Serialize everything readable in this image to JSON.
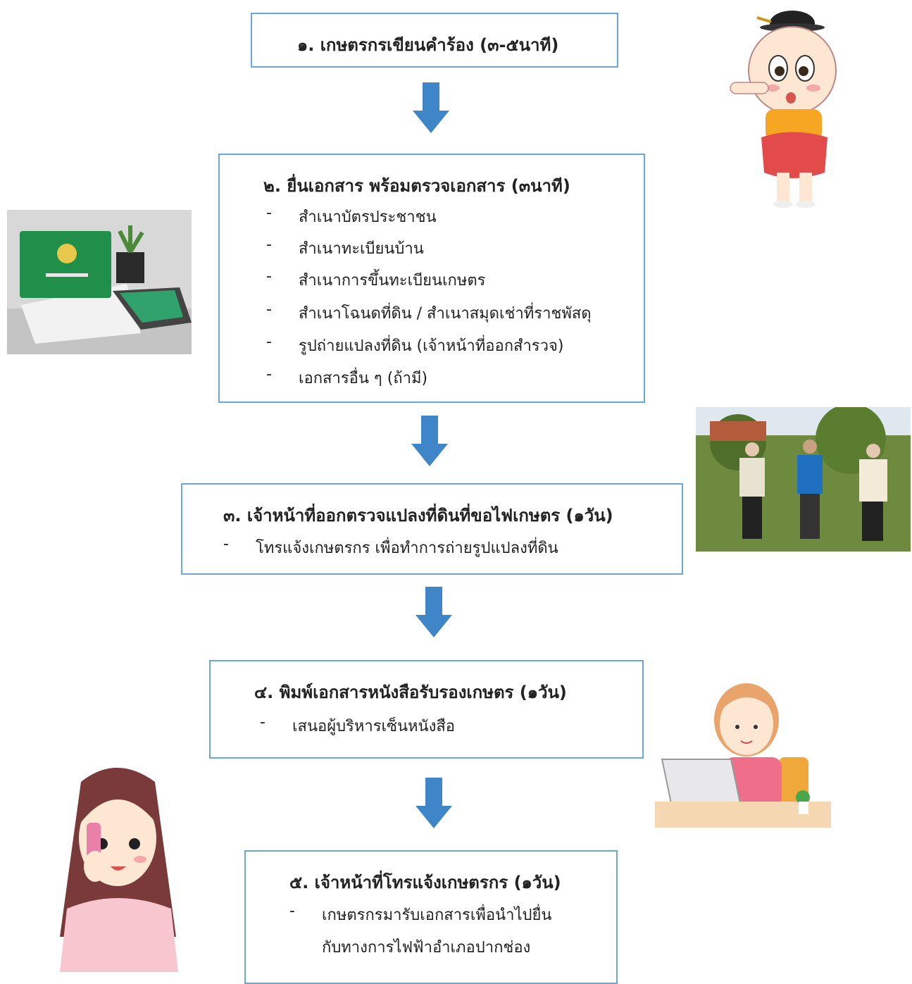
{
  "steps": [
    {
      "title": "๑. เกษตรกรเขียนคำร้อง (๓-๕นาที)",
      "items": []
    },
    {
      "title": "๒. ยื่นเอกสาร พร้อมตรวจเอกสาร (๓นาที)",
      "items": [
        "สำเนาบัตรประชาชน",
        "สำเนาทะเบียนบ้าน",
        "สำเนาการขึ้นทะเบียนเกษตร",
        "สำเนาโฉนดที่ดิน / สำเนาสมุดเช่าที่ราชพัสดุ",
        "รูปถ่ายแปลงที่ดิน (เจ้าหน้าที่ออกสำรวจ)",
        "เอกสารอื่น ๆ (ถ้ามี)"
      ]
    },
    {
      "title": "๓. เจ้าหน้าที่ออกตรวจแปลงที่ดินที่ขอไฟเกษตร (๑วัน)",
      "items": [
        "โทรแจ้งเกษตรกร เพื่อทำการถ่ายรูปแปลงที่ดิน"
      ]
    },
    {
      "title": "๔. พิมพ์เอกสารหนังสือรับรองเกษตร (๑วัน)",
      "items": [
        "เสนอผู้บริหารเซ็นหนังสือ"
      ]
    },
    {
      "title": "๕. เจ้าหน้าที่โทรแจ้งเกษตรกร (๑วัน)",
      "items": [
        "เกษตรกรมารับเอกสารเพื่อนำไปยื่น",
        "กับทางการไฟฟ้าอำเภอปากช่อง"
      ]
    }
  ],
  "bullet": "-",
  "colors": {
    "box_border": "#6aa6d8",
    "arrow": "#3f86c9",
    "text": "#222222"
  }
}
